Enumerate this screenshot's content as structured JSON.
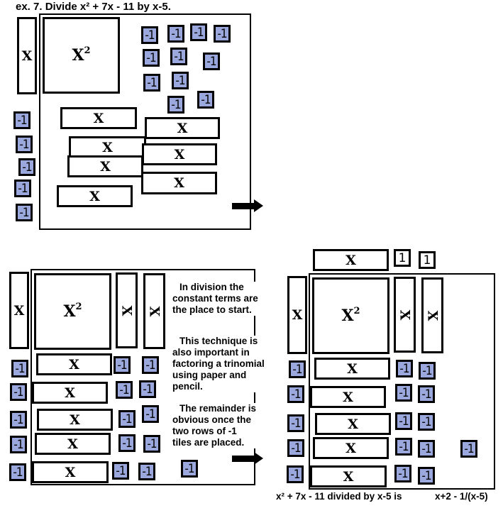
{
  "title": "ex. 7.  Divide x² + 7x - 11 by x-5.",
  "tiles": {
    "x_label": "X",
    "x2_label": "X²",
    "neg_one_label": "-1",
    "pos_one_label": "1"
  },
  "colors": {
    "negative_tile": "#9ba8dd",
    "positive_tile": "#ffffff",
    "outline": "#000000"
  },
  "step1": {
    "description": "Initial tiles: one x², seven x, eleven -1",
    "x2_count": 1,
    "x_count": 7,
    "neg_one_count": 11,
    "divisor_x_count": 1,
    "divisor_neg_one_count": 5
  },
  "notes": [
    "In division the constant terms are the place to start.",
    "This technique is also important in factoring a trinomial using paper and pencil.",
    "The remainder is obvious once the two rows of -1 tiles are placed."
  ],
  "note_lines": [
    [
      "In division the",
      "constant terms are",
      "the place to start."
    ],
    [
      "This technique is",
      "also important in",
      "factoring a trinomial",
      "using paper and",
      "pencil."
    ],
    [
      "The remainder is",
      "obvious once the",
      "two rows of -1",
      "tiles are placed."
    ]
  ],
  "result": {
    "statement": "x² + 7x - 11 divided by x-5 is",
    "answer": "x+2 - 1/(x-5)",
    "quotient_tiles": [
      "X",
      "1",
      "1"
    ],
    "remainder_tiles": [
      "-1"
    ]
  }
}
